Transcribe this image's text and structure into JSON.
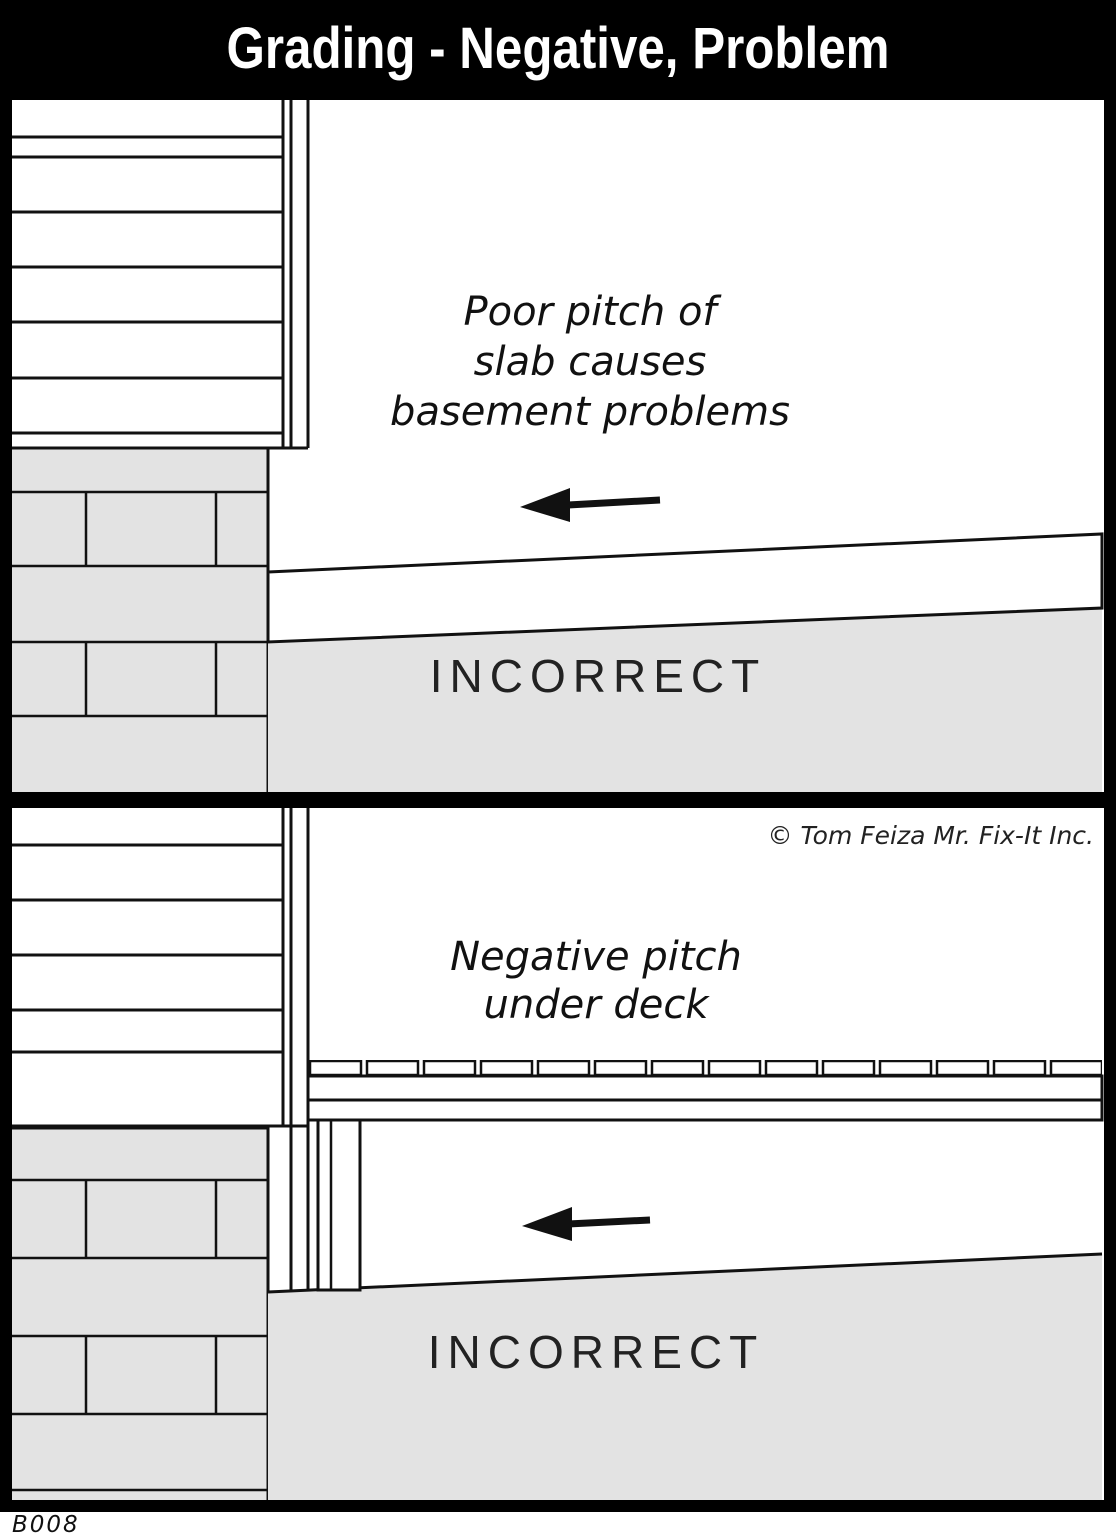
{
  "title": "Grading - Negative, Problem",
  "code": "B008",
  "panel_top": {
    "caption_lines": [
      "Poor pitch of",
      "slab causes",
      "basement problems"
    ],
    "verdict": "INCORRECT",
    "arrow_icon": "arrow-left-icon"
  },
  "panel_bottom": {
    "copyright": "© Tom Feiza Mr. Fix-It Inc.",
    "caption_lines": [
      "Negative pitch",
      "under deck"
    ],
    "verdict": "INCORRECT",
    "arrow_icon": "arrow-left-icon"
  },
  "colors": {
    "frame": "#000000",
    "paper": "#ffffff",
    "line": "#111111",
    "fill_gray": "#e3e3e3"
  }
}
